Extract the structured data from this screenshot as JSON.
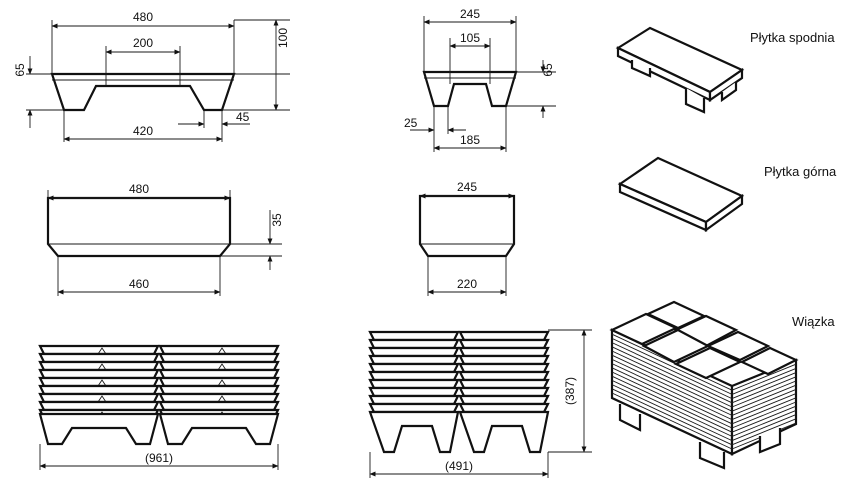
{
  "bottom_plate": {
    "front": {
      "top": "480",
      "inner": "200",
      "height": "100",
      "leg_h": "65",
      "base": "420",
      "leg_w": "45"
    },
    "side": {
      "top": "245",
      "inner": "105",
      "leg_h": "65",
      "leg_w": "25",
      "base": "185"
    },
    "label": "Płytka spodnia"
  },
  "top_plate": {
    "front": {
      "top": "480",
      "height": "35",
      "bottom": "460"
    },
    "side": {
      "top": "245",
      "bottom": "220"
    },
    "label": "Płytka górna"
  },
  "bundle": {
    "front": {
      "width": "(961)"
    },
    "side": {
      "width": "(491)",
      "height": "(387)"
    },
    "label": "Wiązka"
  }
}
